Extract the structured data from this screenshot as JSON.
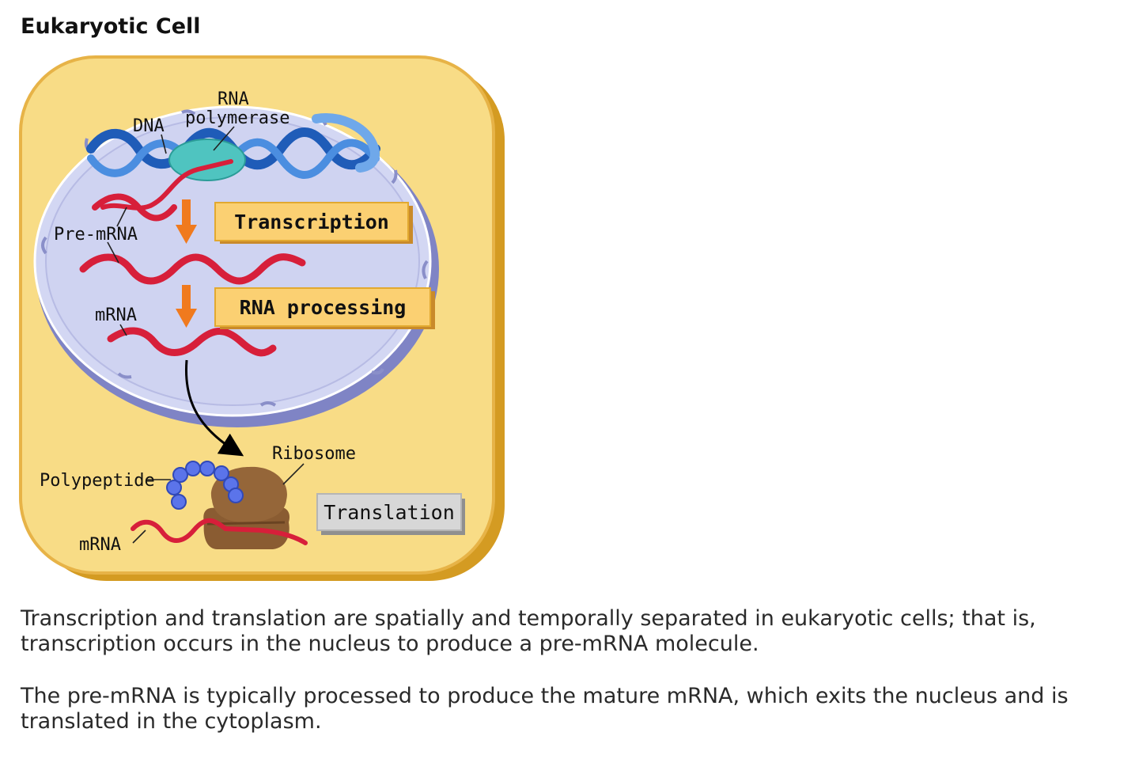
{
  "title": "Eukaryotic Cell",
  "diagram": {
    "labels": {
      "dna": "DNA",
      "rna_polymerase_line1": "RNA",
      "rna_polymerase_line2": "polymerase",
      "pre_mrna": "Pre-mRNA",
      "mrna_nucleus": "mRNA",
      "ribosome": "Ribosome",
      "polypeptide": "Polypeptide",
      "mrna_cytoplasm": "mRNA"
    },
    "steps": {
      "transcription": "Transcription",
      "rna_processing": "RNA processing",
      "translation": "Translation"
    },
    "colors": {
      "cytoplasm": "#f8dc86",
      "cell_border": "#e2a930",
      "nucleus": "#cfd3f1",
      "nuclear_envelope": "#7f84c5",
      "dna": "#2a68c6",
      "rna_polymerase": "#4fc4c0",
      "rna": "#d71f3a",
      "arrow": "#f07a1e",
      "step_box": "#fbd072",
      "translation_box": "#d7d7d7",
      "ribosome": "#8a5c32",
      "polypeptide": "#5b74ea"
    }
  },
  "paragraphs": [
    "Transcription and translation are spatially and temporally separated in eukaryotic cells; that is, transcription occurs in the nucleus to produce a pre-mRNA molecule.",
    "The pre-mRNA is typically processed to produce the mature mRNA, which exits the nucleus and is translated in the cytoplasm."
  ]
}
